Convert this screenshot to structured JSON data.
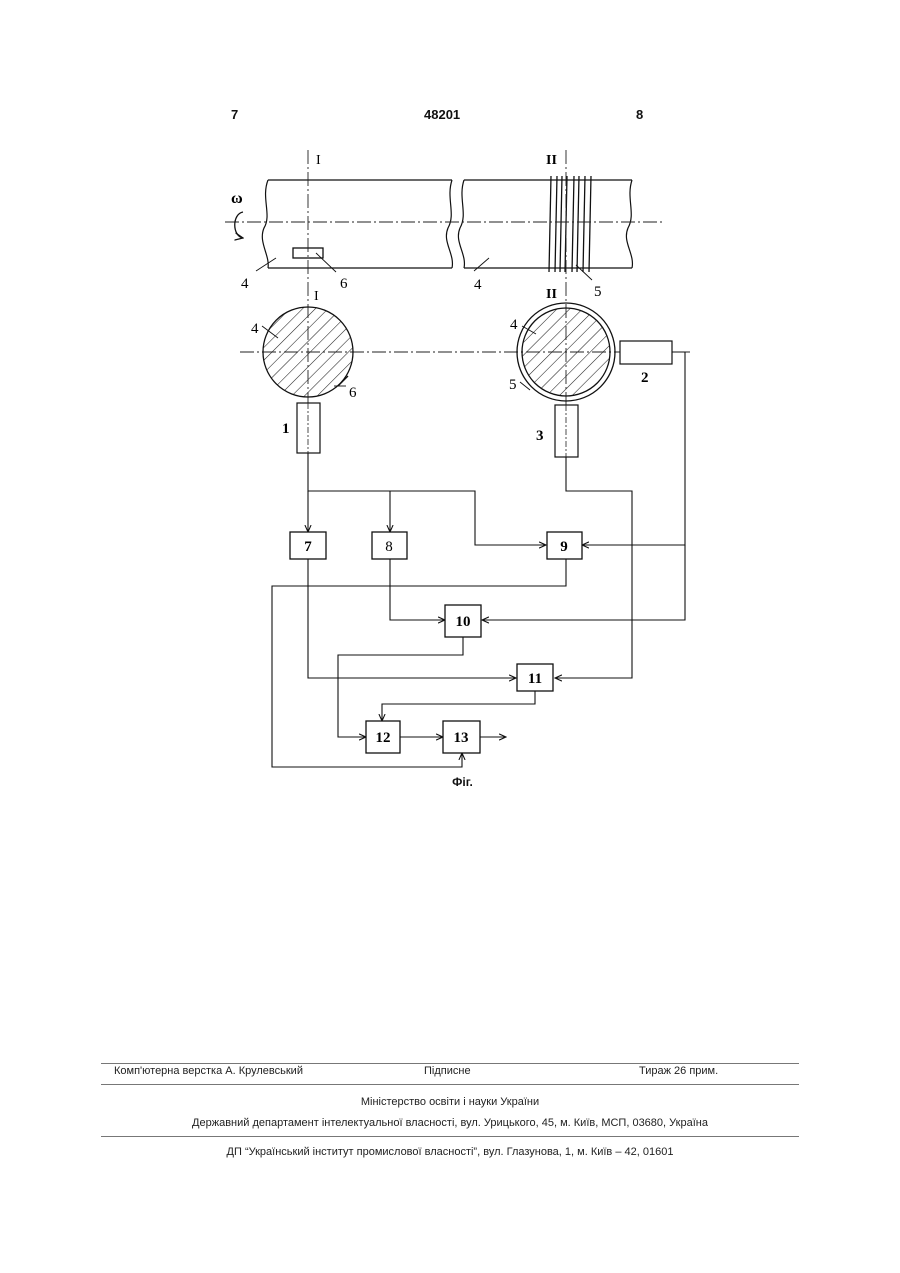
{
  "header": {
    "left_page": "7",
    "patent_number": "48201",
    "right_page": "8"
  },
  "figure": {
    "omega": "ω",
    "section_1": "I",
    "section_2": "II",
    "part_labels": {
      "shaft": "4",
      "sensor_mark": "6",
      "ring": "5",
      "probe_1": "1",
      "probe_2": "2",
      "probe_3": "3"
    },
    "blocks": [
      "7",
      "8",
      "9",
      "10",
      "11",
      "12",
      "13"
    ],
    "caption": "Фіг."
  },
  "footer": {
    "layout": "Комп'ютерна верстка А. Крулевський",
    "signed": "Підписне",
    "circulation": "Тираж 26 прим.",
    "ministry": "Міністерство освіти і науки України",
    "department": "Державний департамент інтелектуальної власності, вул. Урицького, 45, м. Київ, МСП, 03680, Україна",
    "institute": "ДП “Український інститут промислової власності”, вул. Глазунова, 1, м. Київ – 42, 01601"
  }
}
